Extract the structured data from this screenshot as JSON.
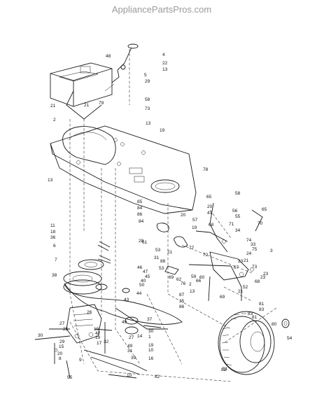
{
  "watermark": "AppliancePartsPros.com",
  "callouts": [
    "4",
    "22",
    "13",
    "5",
    "29",
    "48",
    "58",
    "73",
    "21",
    "79",
    "21",
    "2",
    "13",
    "19",
    "13",
    "78",
    "58",
    "65",
    "65",
    "85",
    "84",
    "86",
    "20",
    "41",
    "56",
    "55",
    "84",
    "57",
    "71",
    "70",
    "20",
    "19",
    "68",
    "61",
    "28",
    "11",
    "18",
    "36",
    "6",
    "7",
    "38",
    "53",
    "77",
    "88",
    "82",
    "83",
    "74",
    "33",
    "75",
    "24",
    "72",
    "81",
    "76",
    "23",
    "69",
    "62",
    "2",
    "66",
    "59",
    "60",
    "73",
    "68",
    "52",
    "21",
    "21",
    "87",
    "86",
    "35",
    "13",
    "69",
    "23",
    "45",
    "47",
    "46",
    "50",
    "40",
    "44",
    "43",
    "37",
    "30",
    "27",
    "25",
    "26",
    "19",
    "42",
    "19",
    "17",
    "49",
    "31",
    "30",
    "29",
    "15",
    "14",
    "10",
    "27",
    "32",
    "20",
    "8",
    "9",
    "55",
    "39",
    "16",
    "82",
    "51",
    "83",
    "81",
    "80",
    "54",
    "31",
    "53",
    "21",
    "3",
    "67",
    "23",
    "34",
    "1",
    "49",
    "10",
    "19"
  ]
}
